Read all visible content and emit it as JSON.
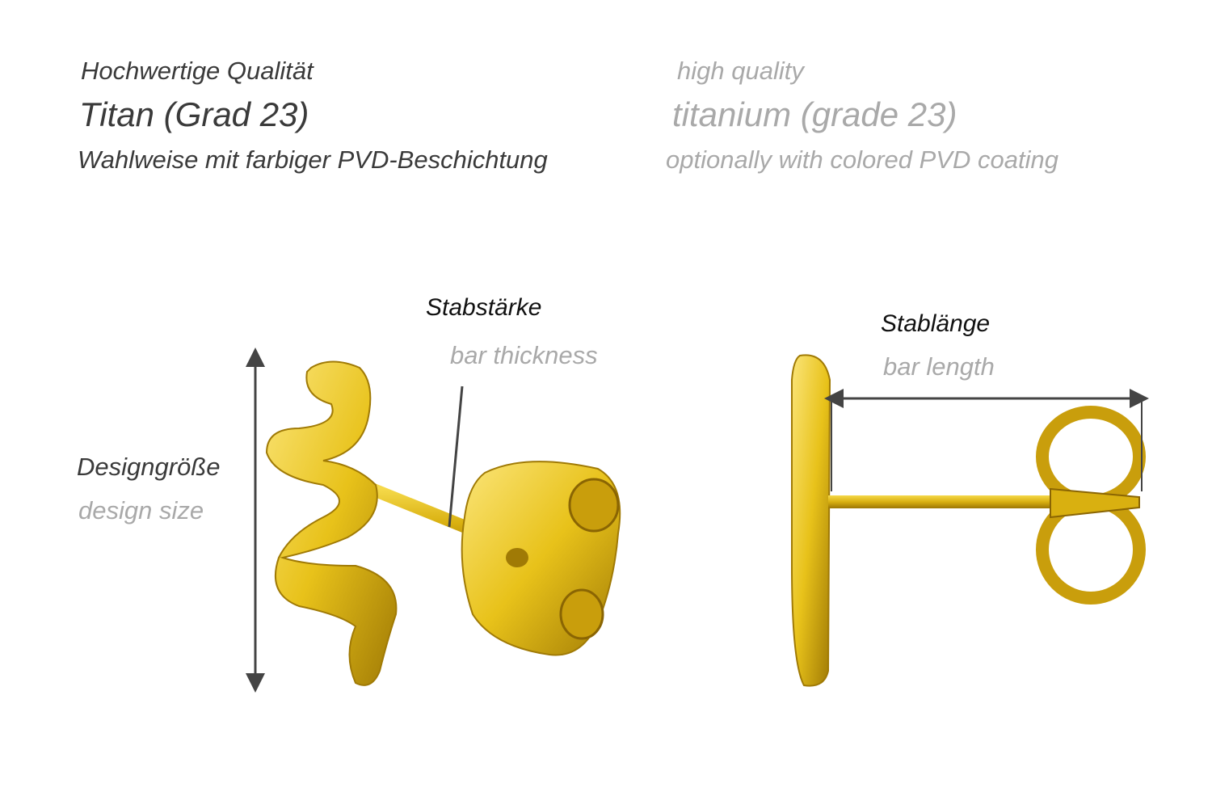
{
  "header": {
    "de": {
      "quality": "Hochwertige Qualität",
      "material": "Titan (Grad 23)",
      "coating": "Wahlweise mit farbiger PVD-Beschichtung"
    },
    "en": {
      "quality": "high quality",
      "material": "titanium (grade 23)",
      "coating": "optionally with colored PVD coating"
    }
  },
  "labels": {
    "design_size_de": "Designgröße",
    "design_size_en": "design size",
    "bar_thickness_de": "Stabstärke",
    "bar_thickness_en": "bar thickness",
    "bar_length_de": "Stablänge",
    "bar_length_en": "bar length"
  },
  "colors": {
    "gold": "#e8c21a",
    "gold_dark": "#b08a08",
    "gold_light": "#fbe57a",
    "dimension_line": "#444444"
  }
}
